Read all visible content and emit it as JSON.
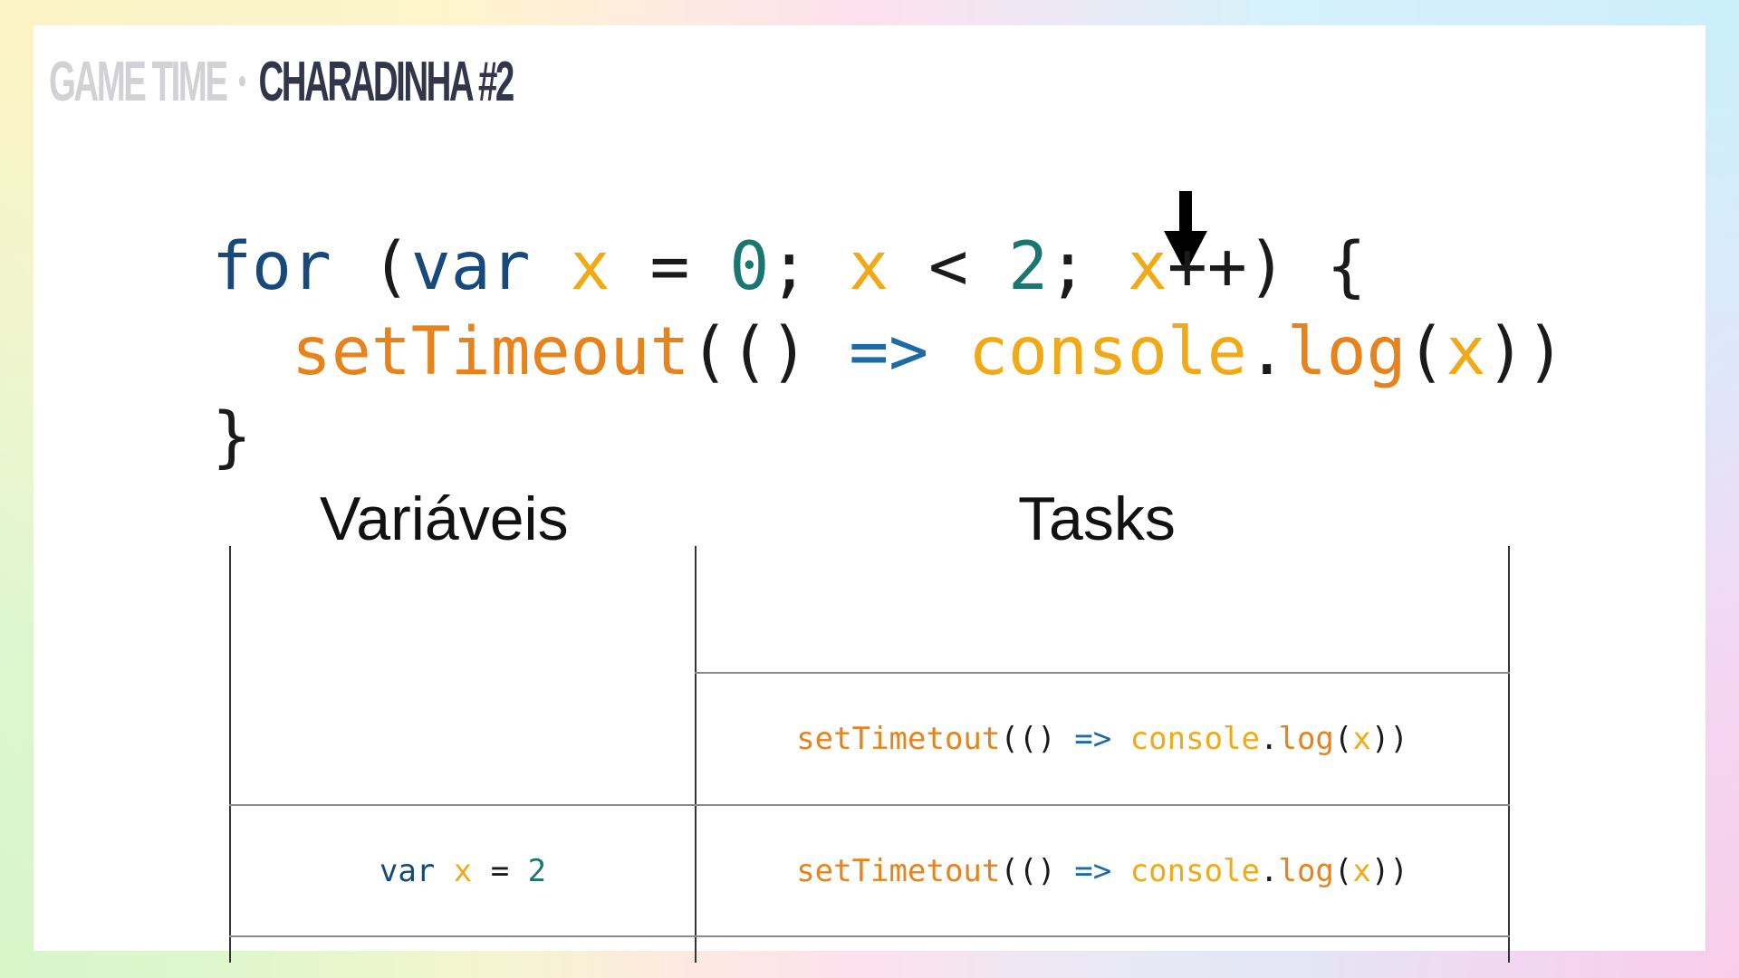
{
  "header": {
    "section": "GAME TIME",
    "separator": "•",
    "title": "CHARADINHA #2"
  },
  "code": {
    "line1": {
      "t1": "for",
      "t2": " (",
      "t3": "var",
      "t4": " ",
      "t5": "x",
      "t6": " = ",
      "t7": "0",
      "t8": "; ",
      "t9": "x",
      "t10": " < ",
      "t11": "2",
      "t12": "; ",
      "t13": "x",
      "t14": "++) {"
    },
    "line2": {
      "t1": "  ",
      "t2": "setTimeout",
      "t3": "(() ",
      "t4": "=>",
      "t5": " ",
      "t6": "console",
      "t7": ".",
      "t8": "log",
      "t9": "(",
      "t10": "x",
      "t11": "))"
    },
    "line3": "}"
  },
  "columns": {
    "variables": "Variáveis",
    "tasks": "Tasks"
  },
  "variables_stack": {
    "row1": {
      "kw": "var",
      "sp1": " ",
      "name": "x",
      "eq": " = ",
      "value": "2"
    }
  },
  "tasks_queue": [
    {
      "fn": "setTimetout",
      "p1": "(() ",
      "arrow": "=>",
      "sp": " ",
      "obj": "console",
      "dot": ".",
      "method": "log",
      "p2": "(",
      "arg": "x",
      "p3": "))"
    },
    {
      "fn": "setTimetout",
      "p1": "(() ",
      "arrow": "=>",
      "sp": " ",
      "obj": "console",
      "dot": ".",
      "method": "log",
      "p2": "(",
      "arg": "x",
      "p3": "))"
    }
  ],
  "colors": {
    "keyword": "#17497a",
    "variable": "#f0aa17",
    "number": "#1a7671",
    "function": "#e6831d",
    "arrow_operator": "#1c6aa8",
    "header_muted": "#d2d2d6",
    "header_title": "#33364a"
  },
  "icons": {
    "pointer": "arrow-down-icon"
  }
}
